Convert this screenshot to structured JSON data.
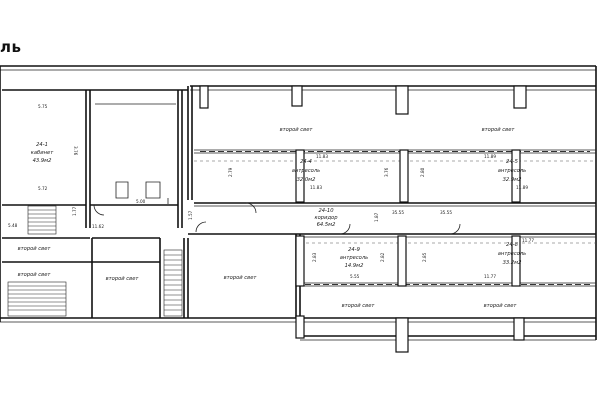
{
  "title": "ль",
  "rooms": {
    "r24_1": {
      "id": "24-1",
      "name": "кабинет",
      "area": "43.9м2"
    },
    "r24_4": {
      "id": "24-4",
      "name": "антресоль",
      "area": "32.0м2"
    },
    "r24_5": {
      "id": "24-5",
      "name": "антресоль",
      "area": "32.9м2"
    },
    "r24_10": {
      "id": "24-10",
      "name": "коридор",
      "area": "64.5м2"
    },
    "r24_9": {
      "id": "24-9",
      "name": "антресоль",
      "area": "14.9м2"
    },
    "r24_8": {
      "id": "24-8",
      "name": "антресоль",
      "area": "33.2м2"
    }
  },
  "second_light_label": "второй свет",
  "dimensions": {
    "d575": "5.75",
    "d372": "5.72",
    "d376": "3.76",
    "d500": "5.00",
    "d177": "1.77",
    "d157": "1.57",
    "d548": "5.48",
    "d1183a": "11.83",
    "d1183b": "11.83",
    "d279": "2.79",
    "d280": "2.80",
    "d1189a": "11.89",
    "d1189b": "11.89",
    "d376b": "3.76",
    "d3555a": "35.55",
    "d3555b": "35.55",
    "d187": "1.87",
    "d1177a": "11.77",
    "d1177b": "11.77",
    "d555": "5.55",
    "d283": "2.83",
    "d282": "2.82",
    "d285": "2.85",
    "d1162": "11.62"
  }
}
